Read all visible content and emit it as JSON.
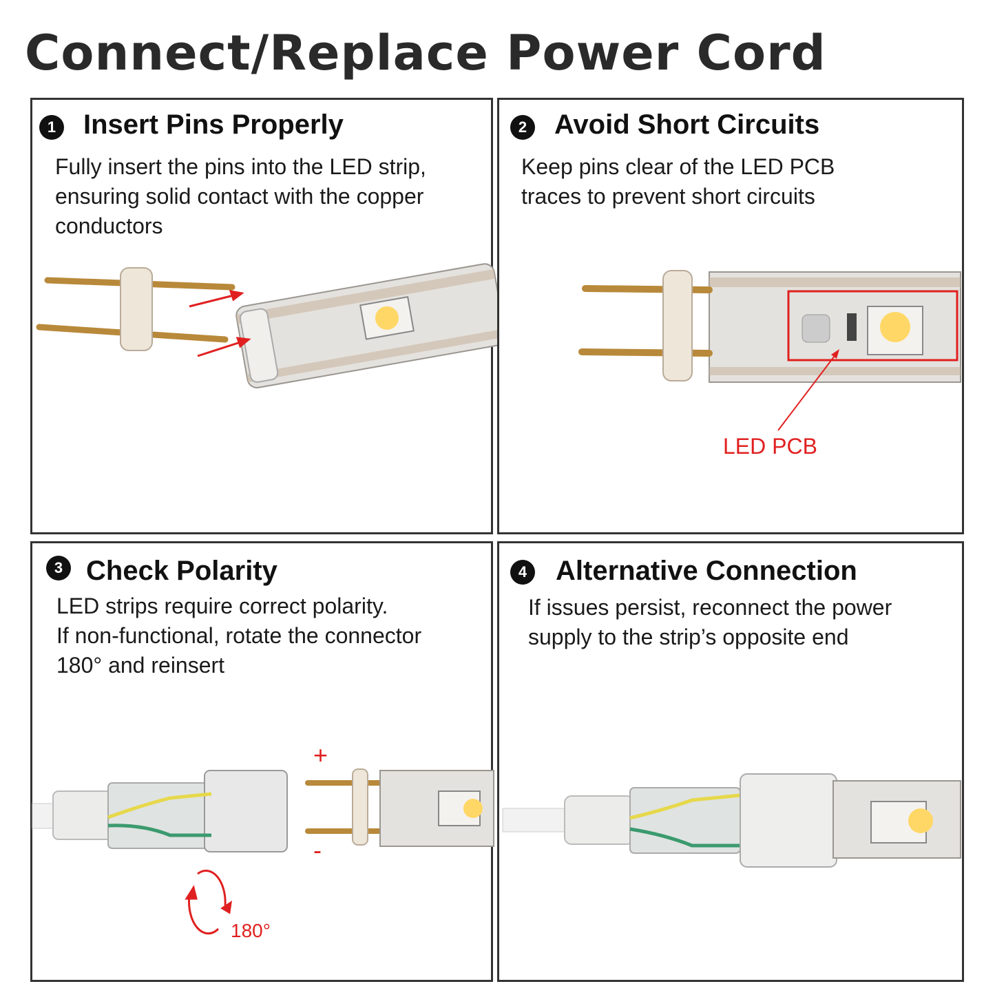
{
  "title": "Connect/Replace Power Cord",
  "steps": [
    {
      "number": "1",
      "title": "Insert Pins Properly",
      "lines": [
        "Fully insert the pins into the LED strip,",
        "ensuring solid contact with the copper",
        "conductors"
      ]
    },
    {
      "number": "2",
      "title": "Avoid Short Circuits",
      "lines": [
        "Keep pins clear of the LED PCB",
        "traces to prevent short circuits"
      ],
      "callout": "LED  PCB"
    },
    {
      "number": "3",
      "title": "Check Polarity",
      "lines": [
        "LED strips require correct polarity.",
        "If non-functional, rotate the connector",
        "180° and reinsert"
      ],
      "plus": "+",
      "minus": "-",
      "rotation": "180°"
    },
    {
      "number": "4",
      "title": "Alternative Connection",
      "lines": [
        "If issues persist, reconnect the power",
        "supply to the strip’s opposite end"
      ]
    }
  ],
  "colors": {
    "accent": "#e02020",
    "frame": "#333333",
    "pin": "#b8893a",
    "strip": "#d9d6d0",
    "led": "#ffd766",
    "wire_yellow": "#e6d84a",
    "wire_green": "#3a9a6e"
  }
}
